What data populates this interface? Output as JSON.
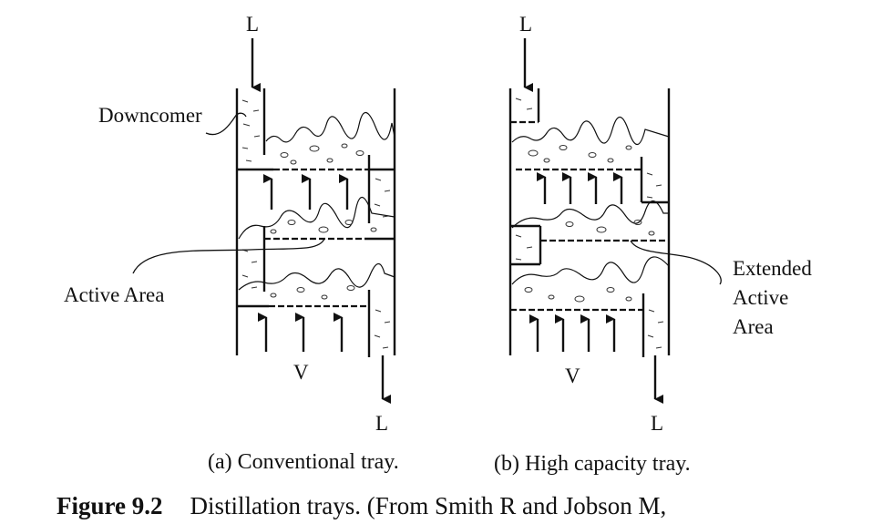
{
  "diagram_a": {
    "liquid_in": "L",
    "liquid_out": "L",
    "vapor": "V",
    "downcomer_label": "Downcomer",
    "active_area_label": "Active Area",
    "caption": "(a) Conventional tray."
  },
  "diagram_b": {
    "liquid_in": "L",
    "liquid_out": "L",
    "vapor": "V",
    "extended_label_line1": "Extended",
    "extended_label_line2": "Active",
    "extended_label_line3": "Area",
    "caption": "(b) High capacity tray."
  },
  "figure_caption": {
    "number": "Figure 9.2",
    "text": "Distillation trays. (From Smith R and Jobson M,"
  }
}
